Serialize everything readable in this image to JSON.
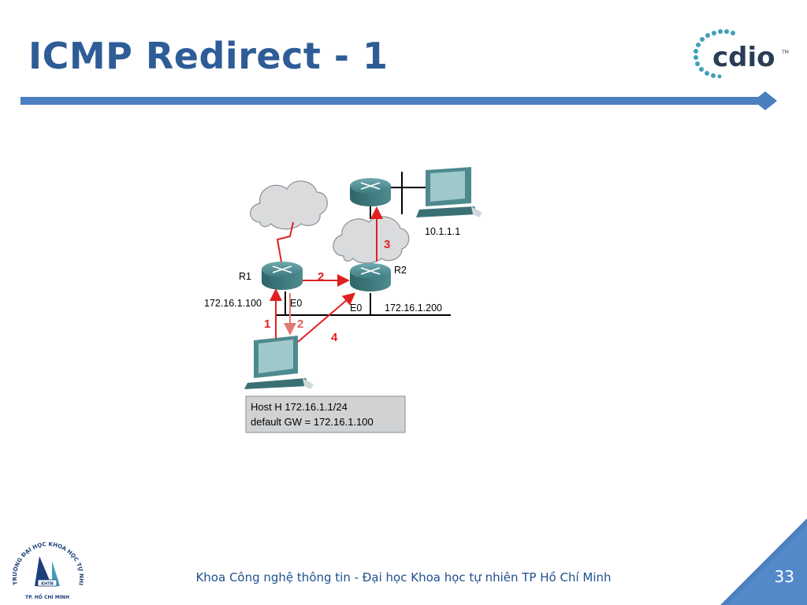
{
  "slide": {
    "title": "ICMP Redirect - 1",
    "footer": "Khoa Công nghệ thông tin - Đại học Khoa học tự nhiên TP Hồ Chí Minh",
    "page_number": "33"
  },
  "logo": {
    "brand": "cdio",
    "tm": "TM"
  },
  "univ_logo": {
    "text": "TRƯỜNG ĐẠI HỌC KHOA HỌC TỰ NHIÊN",
    "bottom": "TP. HỒ CHÍ MINH",
    "badge": "KHTN"
  },
  "diagram": {
    "labels": {
      "r1": "R1",
      "r2": "R2",
      "r1_ip": "172.16.1.100",
      "r1_if": "E0",
      "r2_if": "E0",
      "r2_ip": "172.16.1.200",
      "remote_host": "10.1.1.1"
    },
    "steps": {
      "s1": "1",
      "s2a": "2",
      "s2b": "2",
      "s3": "3",
      "s4": "4"
    },
    "host_box": {
      "line1": "Host H 172.16.1.1/24",
      "line2": "default GW = 172.16.1.100"
    },
    "colors": {
      "arrow": "#e02020",
      "router": "#3f7f84",
      "cloud": "#d8dadc",
      "line": "#000000"
    }
  }
}
